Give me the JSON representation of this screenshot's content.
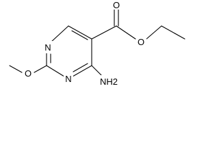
{
  "molecule": {
    "atoms": {
      "n_ring_left": "N",
      "n_ring_bottom": "N",
      "o_methoxy": "O",
      "o_carbonyl": "O",
      "o_ester": "O",
      "nh2": "NH2"
    }
  },
  "colors": {
    "bond": "#000000",
    "label": "#000000",
    "background": "#ffffff"
  }
}
